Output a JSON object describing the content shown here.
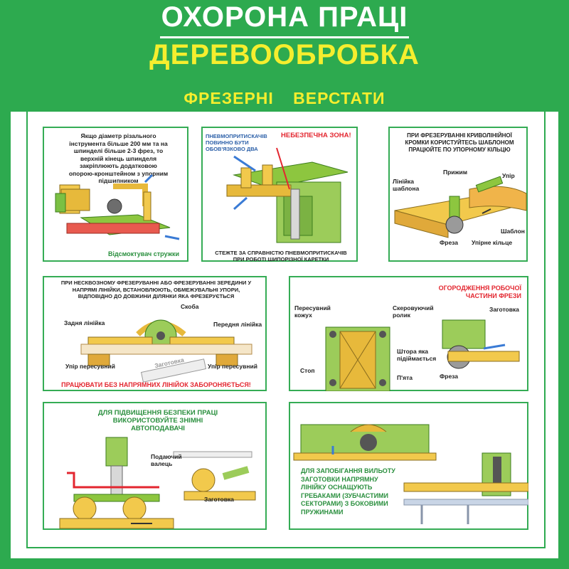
{
  "header": {
    "title_main": "ОХОРОНА ПРАЦІ",
    "title_sub": "ДЕРЕВООБРОБКА",
    "section": "ФРЕЗЕРНІ ВЕРСТАТИ"
  },
  "panel1": {
    "text": "Якщо діаметр різального інструмента більше 200 мм та на шпинделі більше 2-3 фрез, то верхній кінець шпинделя закріплюють додатковою опорою-кронштейном з упорним підшипником",
    "caption": "Відсмоктувач стружки"
  },
  "panel2": {
    "note": "ПНЕВМОПРИТИСКАЧІВ ПОВИННО БУТИ ОБОВ'ЯЗКОВО ДВА",
    "danger": "НЕБЕЗПЕЧНА ЗОНА!",
    "caption": "СТЕЖТЕ ЗА СПРАВНІСТЮ ПНЕВМОПРИТИСКАЧІВ ПРИ РОБОТІ ШИПОРІЗНОЇ КАРЕТКИ"
  },
  "panel3": {
    "text": "ПРИ ФРЕЗЕРУВАННІ КРИВОЛІНІЙНОЇ КРОМКИ КОРИСТУЙТЕСЬ ШАБЛОНОМ ПРАЦЮЙТЕ ПО УПОРНОМУ КІЛЬЦЮ",
    "labels": {
      "clamp": "Прижим",
      "stop": "Упір",
      "template_line": "Лінійка шаблона",
      "template": "Шаблон",
      "cutter": "Фреза",
      "ring": "Упірне кільце"
    }
  },
  "panel4": {
    "text": "ПРИ НЕСКВОЗНОМУ ФРЕЗЕРУВАННІ АБО ФРЕЗЕРУВАННІ ЗЕРЕДИНИ У НАПРЯМІ ЛІНІЙКИ, ВСТАНОВЛЮЮТЬ, ОБМЕЖУВАЛЬНІ УПОРИ, ВІДПОВІДНО ДО ДОВЖИНИ ДІЛЯНКИ ЯКА ФРЕЗЕРУЄТЬСЯ",
    "labels": {
      "bracket": "Скоба",
      "rear": "Задня лінійка",
      "front": "Передня лінійка",
      "stop_left": "Упір пересувний",
      "stop_right": "Упір пересувний",
      "workpiece": "Заготовка"
    },
    "warning": "ПРАЦЮВАТИ БЕЗ НАПРЯМНИХ ЛІНІЙОК ЗАБОРОНЯЄТЬСЯ!"
  },
  "panel5": {
    "title": "ОГОРОДЖЕННЯ РОБОЧОЇ ЧАСТИНИ ФРЕЗИ",
    "labels": {
      "casing": "Пересувний кожух",
      "roller": "Скеровуючий ролик",
      "curtain": "Штора яка підіймається",
      "stop": "Стоп",
      "heel": "П'ята",
      "workpiece": "Заготовка",
      "cutter": "Фреза"
    }
  },
  "panel6": {
    "text": "ДЛЯ ПІДВИЩЕННЯ БЕЗПЕКИ ПРАЦІ ВИКОРИСТОВУЙТЕ ЗНІМНІ АВТОПОДАВАЧІ",
    "labels": {
      "roller": "Подаючий валець",
      "workpiece": "Заготовка"
    }
  },
  "panel7": {
    "text": "ДЛЯ ЗАПОБІГАННЯ ВИЛЬОТУ ЗАГОТОВКИ НАПРЯМНУ ЛІНІЙКУ ОСНАЩУЮТЬ ГРЕБАКАМИ (ЗУБЧАСТИМИ СЕКТОРАМИ) З БОКОВИМИ ПРУЖИНАМИ"
  }
}
